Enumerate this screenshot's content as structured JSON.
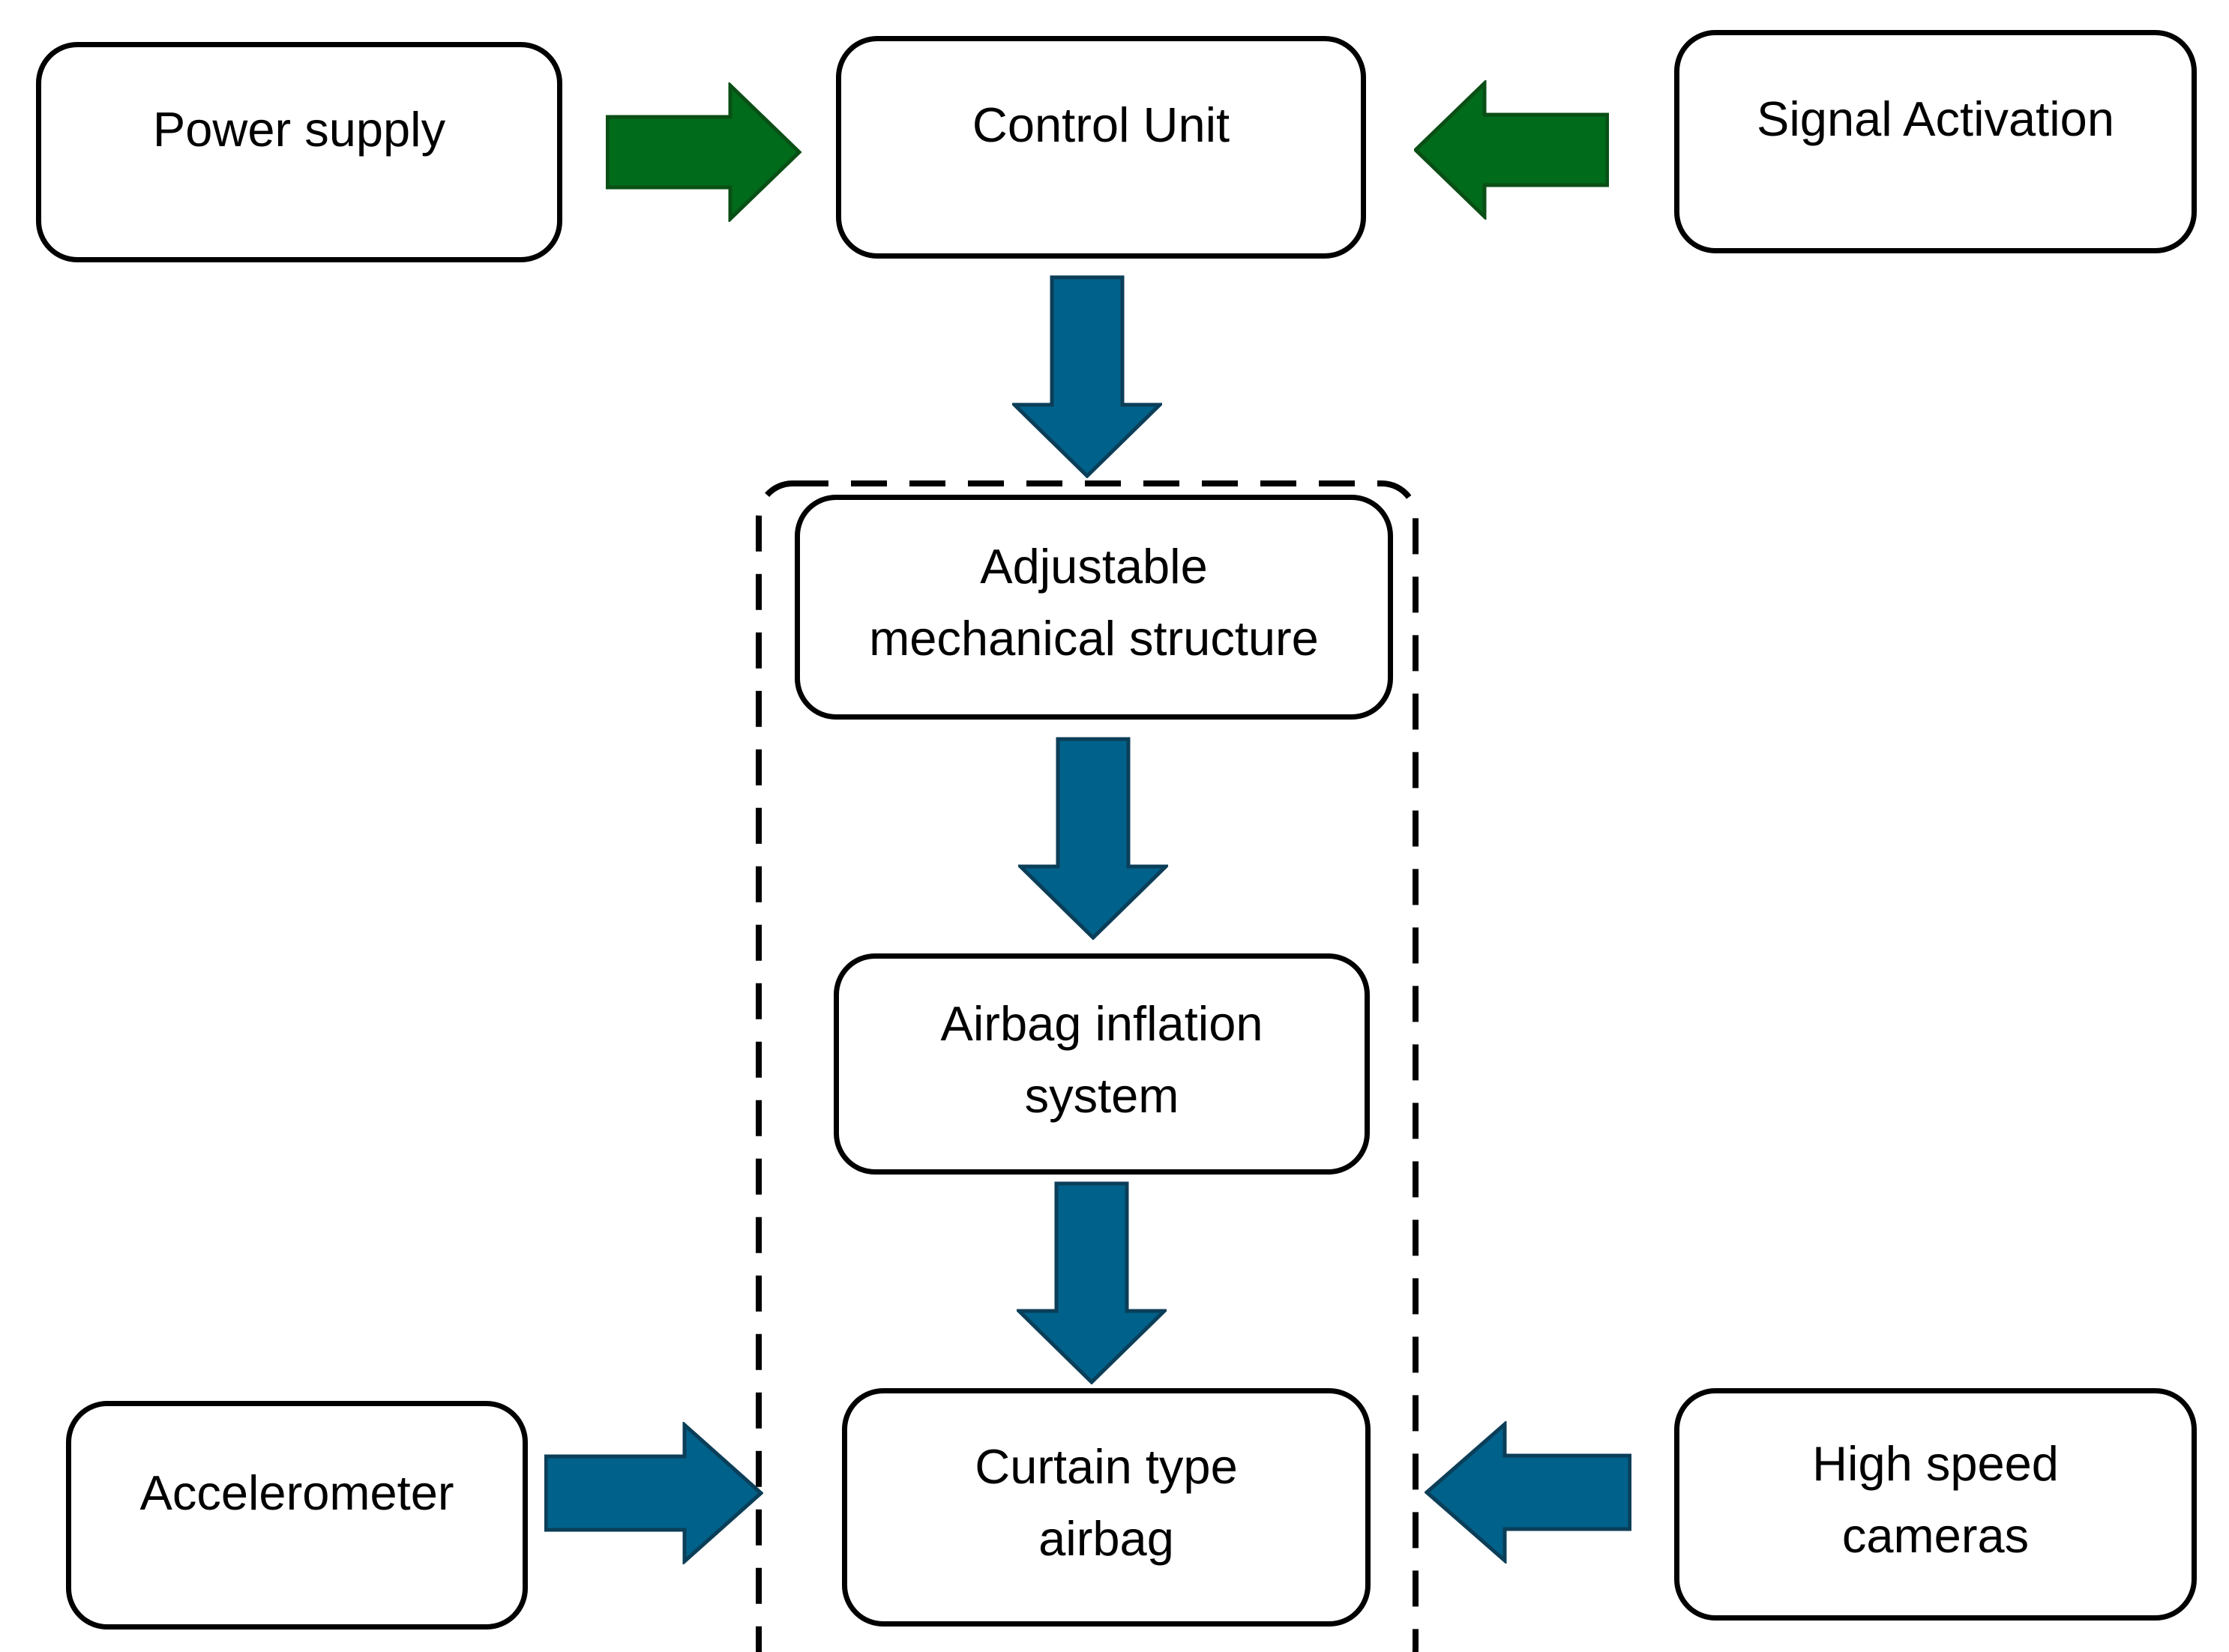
{
  "nodes": {
    "power_supply": {
      "label": "Power supply"
    },
    "control_unit": {
      "label": "Control Unit"
    },
    "signal_activation": {
      "label": "Signal Activation"
    },
    "adjustable_structure": {
      "line1": "Adjustable",
      "line2": "mechanical structure"
    },
    "airbag_inflation": {
      "line1": "Airbag inflation",
      "line2": "system"
    },
    "curtain_airbag": {
      "line1": "Curtain type",
      "line2": "airbag"
    },
    "accelerometer": {
      "label": "Accelerometer"
    },
    "high_speed_cameras": {
      "line1": "High speed",
      "line2": "cameras"
    }
  },
  "arrows": [
    {
      "id": "power-to-control",
      "from": "power_supply",
      "to": "control_unit",
      "direction": "right",
      "color": "green"
    },
    {
      "id": "signal-to-control",
      "from": "signal_activation",
      "to": "control_unit",
      "direction": "left",
      "color": "green"
    },
    {
      "id": "control-to-structure",
      "from": "control_unit",
      "to": "adjustable_structure",
      "direction": "down",
      "color": "blue"
    },
    {
      "id": "structure-to-inflation",
      "from": "adjustable_structure",
      "to": "airbag_inflation",
      "direction": "down",
      "color": "blue"
    },
    {
      "id": "inflation-to-curtain",
      "from": "airbag_inflation",
      "to": "curtain_airbag",
      "direction": "down",
      "color": "blue"
    },
    {
      "id": "accelerometer-to-curtain",
      "from": "accelerometer",
      "to": "curtain_airbag",
      "direction": "right",
      "color": "blue"
    },
    {
      "id": "cameras-to-curtain",
      "from": "high_speed_cameras",
      "to": "curtain_airbag",
      "direction": "left",
      "color": "blue"
    }
  ],
  "group": {
    "style": "dashed",
    "contains": [
      "adjustable_structure",
      "airbag_inflation",
      "curtain_airbag"
    ]
  },
  "colors": {
    "background": "#ffffff",
    "box_fill": "#ffffff",
    "box_border": "#000000",
    "text": "#000000",
    "green_arrow_fill": "#006b1a",
    "green_arrow_border": "#0a4f15",
    "blue_arrow_fill": "#00618a",
    "blue_arrow_border": "#0b3e58"
  }
}
